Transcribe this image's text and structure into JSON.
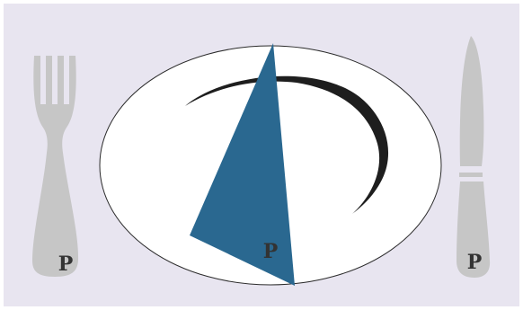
{
  "logo": {
    "fork_letter": "P",
    "plate_letter": "P",
    "knife_letter": "P"
  },
  "colors": {
    "background": "#e8e5f0",
    "cutlery": "#c6c6c6",
    "plate": "#ffffff",
    "plate_outline": "#2b2b2b",
    "stroke": "#1e1e1e",
    "triangle": "#2a6890",
    "letter": "#333333"
  },
  "icons": [
    "fork-icon",
    "plate-icon",
    "knife-icon"
  ]
}
